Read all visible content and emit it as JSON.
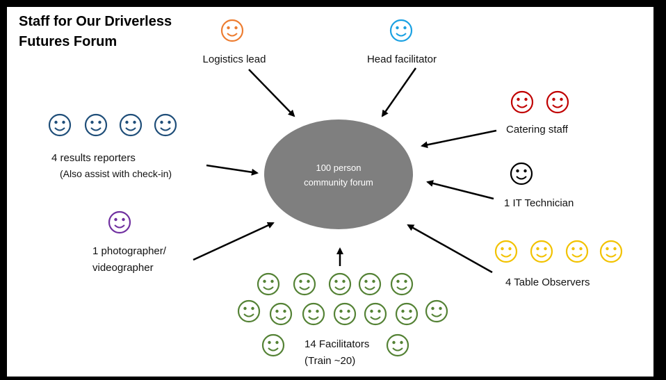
{
  "title": [
    "Staff for Our Driverless",
    "Futures Forum"
  ],
  "center": {
    "lines": [
      "100 person",
      "community forum"
    ]
  },
  "groups": {
    "logistics": {
      "label": "Logistics lead",
      "count": 1,
      "color": "#ED7D31"
    },
    "head_facilitator": {
      "label": "Head facilitator",
      "count": 1,
      "color": "#1BA1E2"
    },
    "catering": {
      "label": "Catering staff",
      "count": 2,
      "color": "#C00000"
    },
    "it": {
      "label": "1 IT Technician",
      "count": 1,
      "color": "#000000"
    },
    "observers": {
      "label": "4 Table Observers",
      "count": 4,
      "color": "#F2C200"
    },
    "facilitators": {
      "label_lines": [
        "14 Facilitators",
        "(Train ~20)"
      ],
      "count": 14,
      "color": "#548235"
    },
    "photographer": {
      "label_lines": [
        "1 photographer/",
        "videographer"
      ],
      "count": 1,
      "color": "#7030A0"
    },
    "reporters": {
      "label_lines": [
        "4 results reporters",
        "(Also assist with check-in)"
      ],
      "count": 4,
      "color": "#1F4E79"
    }
  }
}
